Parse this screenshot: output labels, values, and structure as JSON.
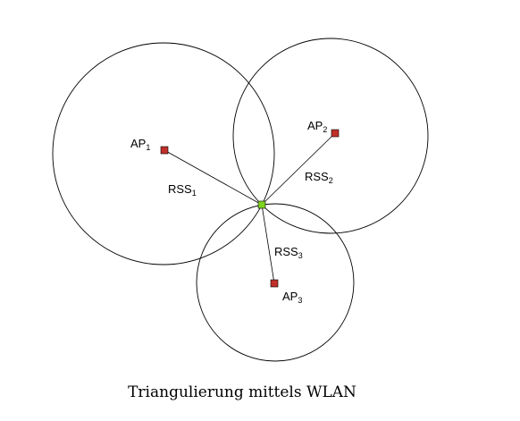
{
  "caption": "Triangulierung mittels WLAN",
  "access_points": [
    {
      "name": "AP",
      "index": "1",
      "color": "#c0302a"
    },
    {
      "name": "AP",
      "index": "2",
      "color": "#c0302a"
    },
    {
      "name": "AP",
      "index": "3",
      "color": "#c0302a"
    }
  ],
  "signals": [
    {
      "name": "RSS",
      "index": "1"
    },
    {
      "name": "RSS",
      "index": "2"
    },
    {
      "name": "RSS",
      "index": "3"
    }
  ],
  "mobile_device": {
    "color": "#7ed321"
  },
  "line_color": "#000000"
}
